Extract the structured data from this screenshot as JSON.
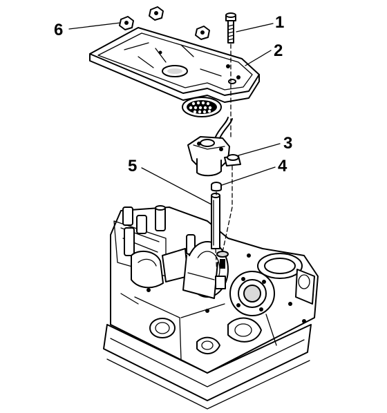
{
  "callouts": [
    {
      "id": "1",
      "part": "bolt"
    },
    {
      "id": "2",
      "part": "baffle-plate"
    },
    {
      "id": "3",
      "part": "oil-pump"
    },
    {
      "id": "4",
      "part": "washer"
    },
    {
      "id": "5",
      "part": "oil-pump-drive-shaft"
    },
    {
      "id": "6",
      "part": "nut"
    }
  ]
}
